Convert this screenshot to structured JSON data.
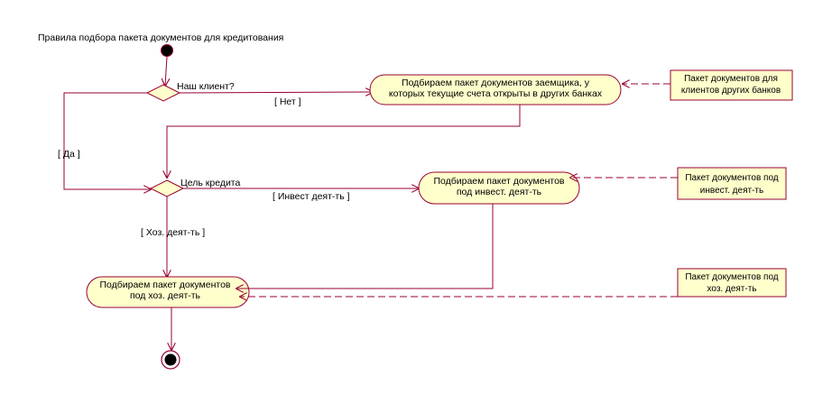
{
  "diagram": {
    "title": "Правила подбора пакета документов для кредитования",
    "decisions": {
      "client": {
        "label": "Наш клиент?"
      },
      "purpose": {
        "label": "Цель кредита"
      }
    },
    "guards": {
      "no": "[ Нет ]",
      "yes": "[ Да ]",
      "invest": "[ Инвест деят-ть ]",
      "business": "[ Хоз. деят-ть ]"
    },
    "activities": {
      "other_banks": {
        "line1": "Подбираем пакет документов заемщика, у",
        "line2": "которых текущие счета открыты в других банках"
      },
      "invest": {
        "line1": "Подбираем пакет документов",
        "line2": "под инвест. деят-ть"
      },
      "business": {
        "line1": "Подбираем пакет документов",
        "line2": "под хоз. деят-ть"
      }
    },
    "objects": {
      "other_banks": {
        "line1": "Пакет документов для",
        "line2": "клиентов других банков"
      },
      "invest": {
        "line1": "Пакет документов под",
        "line2": "инвест. деят-ть"
      },
      "business": {
        "line1": "Пакет документов под",
        "line2": "хоз. деят-ть"
      }
    },
    "colors": {
      "line": "#990033",
      "fill": "#ffffcc",
      "object_border": "#990033",
      "text": "#000000"
    }
  }
}
